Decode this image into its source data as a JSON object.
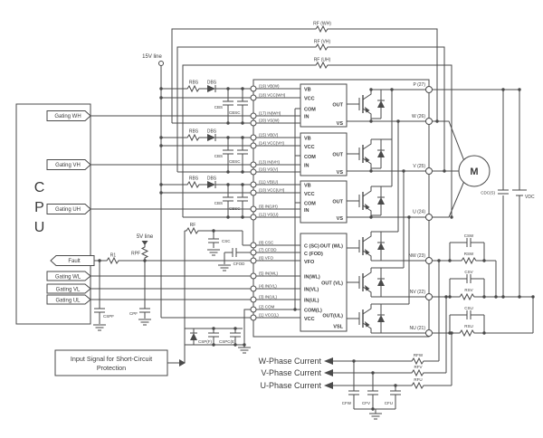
{
  "colors": {
    "line": "#4a4a4a",
    "text": "#3a3a3a",
    "bg": "#ffffff"
  },
  "rails": {
    "v15": "15V line",
    "v5": "5V line"
  },
  "cpu": {
    "letters": [
      "C",
      "P",
      "U"
    ],
    "tags": {
      "wh": "Gating WH",
      "vh": "Gating VH",
      "uh": "Gating UH",
      "fault": "Fault",
      "wl": "Gating WL",
      "vl": "Gating VL",
      "ul": "Gating UL"
    }
  },
  "bootstrap": {
    "r": "RBS",
    "d": "DBS",
    "c1": "CBS",
    "c2": "CBSC"
  },
  "loops": {
    "wh": "RF (WH)",
    "vh": "RF (VH)",
    "uh": "RF (UH)"
  },
  "drivers": {
    "hs": {
      "vb": "VB",
      "vcc": "VCC",
      "com": "COM",
      "in": "IN",
      "out": "OUT",
      "vs": "VS"
    },
    "ls": {
      "csc": "C (SC)",
      "cfod": "C (FOD)",
      "vfo": "VFO",
      "inwl": "IN(WL)",
      "invl": "IN(VL)",
      "inul": "IN(UL)",
      "coml": "COM(L)",
      "vcc": "VCC",
      "outwl": "OUT (WL)",
      "outvl": "OUT (VL)",
      "outul": "OUT(UL)",
      "vsl": "VSL"
    }
  },
  "pins": {
    "p19": "(19) VB(W)",
    "p18": "(18) VCC(WH)",
    "p17": "(17) IN(WH)",
    "p20": "(20) VS(W)",
    "p15": "(15) VB(V)",
    "p14": "(14) VCC(VH)",
    "p13": "(13) IN(VH)",
    "p16": "(16) VS(V)",
    "p11": "(11) VB(U)",
    "p10": "(10) VCC(UH)",
    "p9": "(9) IN(UH)",
    "p12": "(12) VS(U)",
    "p8": "(8) CSC",
    "p7": "(7) CFOD",
    "p6": "(6) VFO",
    "p5": "(5) IN(WL)",
    "p4": "(4) IN(VL)",
    "p3": "(3) IN(UL)",
    "p2": "(2) COM",
    "p1": "(1) VCC(L)"
  },
  "terminals": {
    "p": "P (27)",
    "w": "W (26)",
    "v": "V (25)",
    "u": "U (24)",
    "nw": "NW (23)",
    "nv": "NV (22)",
    "nu": "NU (21)"
  },
  "motor": {
    "label": "M"
  },
  "dclink": {
    "cap": "CDC(S)",
    "supply": "VDC"
  },
  "shunts": {
    "cw": "CSW",
    "rw": "RSW",
    "cv": "CSV",
    "rv": "RSV",
    "cu": "CSU",
    "ru": "RSU"
  },
  "sense": {
    "rfw": "RFW",
    "rfv": "RFV",
    "rfu": "RFU",
    "cfw": "CFW",
    "cfv": "CFV",
    "cfu": "CFU",
    "w": "W-Phase Current",
    "v": "V-Phase Current",
    "u": "U-Phase Current"
  },
  "protection": {
    "r1": "R1",
    "rpf": "RPF",
    "cspf": "CSPF",
    "cpf": "CPF",
    "rf": "RF",
    "csc": "CSC",
    "cfod": "CFOD",
    "csp": "CSP(F)",
    "cspc": "CSPC(E)",
    "note_line1": "Input Signal for Short-Circuit",
    "note_line2": "Protection"
  }
}
